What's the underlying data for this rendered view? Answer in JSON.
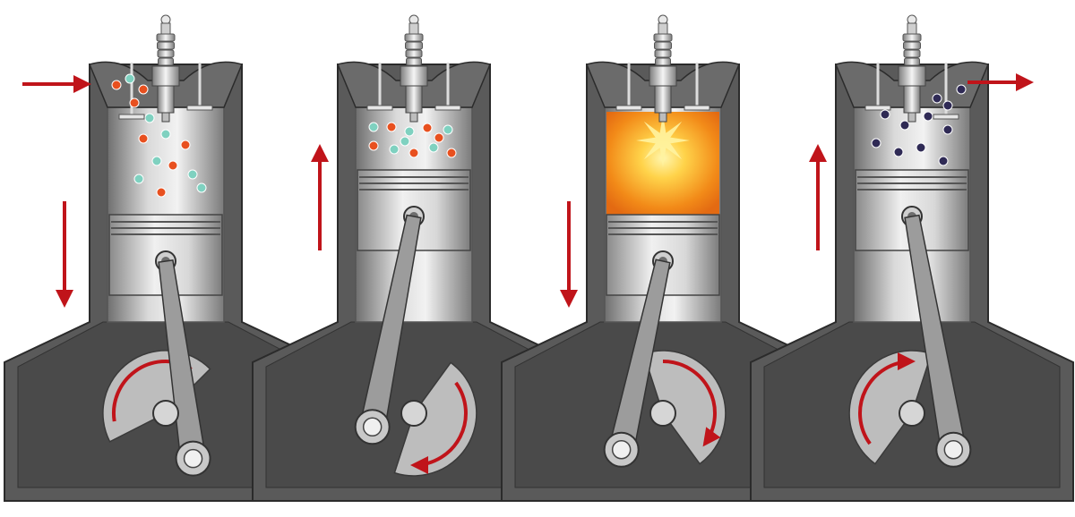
{
  "figure": {
    "panels": [
      {
        "piston": "down",
        "contents": "air-fuel-mixture",
        "intake_valve": "open",
        "exhaust_valve": "closed",
        "flow_arrow": "intake-in",
        "piston_arrow": "down",
        "crank_rotation": "clockwise"
      },
      {
        "piston": "up",
        "contents": "compressed-mixture",
        "intake_valve": "closed",
        "exhaust_valve": "closed",
        "flow_arrow": "none",
        "piston_arrow": "up",
        "crank_rotation": "clockwise"
      },
      {
        "piston": "down",
        "contents": "ignition",
        "intake_valve": "closed",
        "exhaust_valve": "closed",
        "flow_arrow": "none",
        "piston_arrow": "down",
        "crank_rotation": "clockwise"
      },
      {
        "piston": "up",
        "contents": "exhaust-gas",
        "intake_valve": "closed",
        "exhaust_valve": "open",
        "flow_arrow": "exhaust-out",
        "piston_arrow": "up",
        "crank_rotation": "clockwise"
      }
    ],
    "icons": [
      "spark-plug-icon",
      "piston-icon",
      "connecting-rod-icon",
      "crankshaft-icon",
      "arrow-icon",
      "explosion-icon"
    ],
    "colors": {
      "background": "#ffffff",
      "casing": "#5a5a5a",
      "casing_outline": "#2b2b2b",
      "cylinder_light": "#d6d6d6",
      "cylinder_dark": "#6e6e6e",
      "arrow": "#c0141a",
      "fuel_particle": "#e8501f",
      "air_particle": "#7fd1c0",
      "exhaust_particle": "#2f2a55",
      "ignition_core": "#fff3a0",
      "ignition_outer": "#f28a18"
    }
  }
}
